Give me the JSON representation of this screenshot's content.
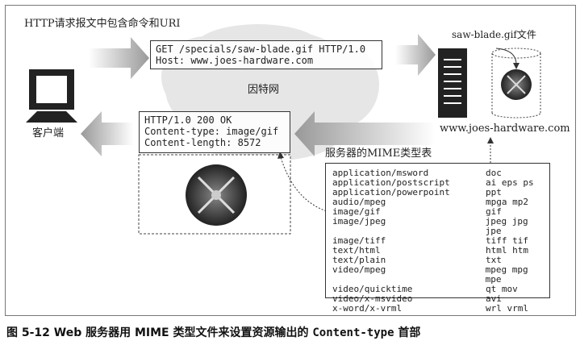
{
  "labels": {
    "request_caption": "HTTP请求报文中包含命令和URI",
    "file_label": "saw-blade.gif文件",
    "internet": "因特网",
    "client": "客户端",
    "server_host": "www.joes-hardware.com",
    "mime_table_title": "服务器的MIME类型表"
  },
  "request": [
    "GET /specials/saw-blade.gif HTTP/1.0",
    "Host: www.joes-hardware.com"
  ],
  "response": [
    "HTTP/1.0 200 OK",
    "Content-type: image/gif",
    "Content-length: 8572"
  ],
  "mime_table": [
    {
      "type": "application/msword",
      "ext": "doc"
    },
    {
      "type": "application/postscript",
      "ext": "ai eps ps"
    },
    {
      "type": "application/powerpoint",
      "ext": "ppt"
    },
    {
      "type": "audio/mpeg",
      "ext": "mpga mp2"
    },
    {
      "type": "image/gif",
      "ext": "gif"
    },
    {
      "type": "image/jpeg",
      "ext": "jpeg jpg jpe"
    },
    {
      "type": "image/tiff",
      "ext": "tiff tif"
    },
    {
      "type": "text/html",
      "ext": "html htm"
    },
    {
      "type": "text/plain",
      "ext": "txt"
    },
    {
      "type": "video/mpeg",
      "ext": "mpeg mpg mpe"
    },
    {
      "type": "video/quicktime",
      "ext": "qt mov"
    },
    {
      "type": "video/x-msvideo",
      "ext": "avi"
    },
    {
      "type": "x-word/x-vrml",
      "ext": "wrl vrml"
    }
  ],
  "caption": {
    "prefix": "图 5-12   Web 服务器用 MIME 类型文件来设置资源输出的 ",
    "code": "Content-type",
    "suffix": " 首部"
  }
}
